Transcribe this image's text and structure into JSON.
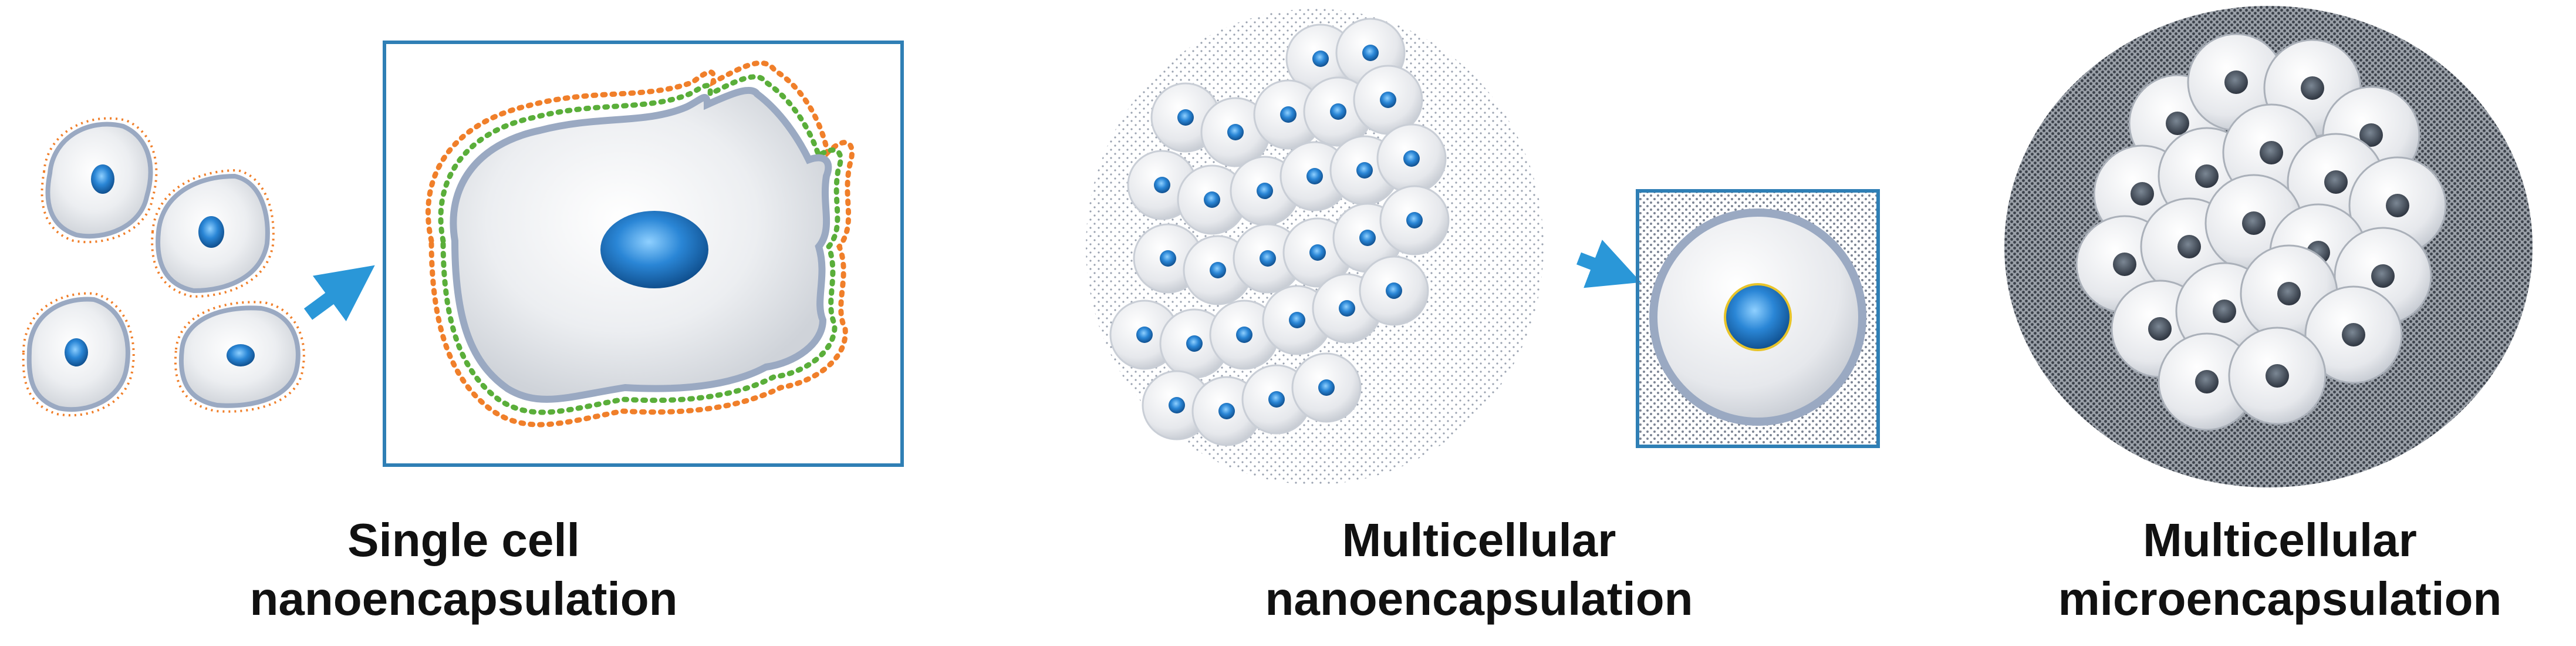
{
  "panels": [
    {
      "key": "single",
      "caption_line1": "Single cell",
      "caption_line2": "nanoencapsulation"
    },
    {
      "key": "multi_nano",
      "caption_line1": "Multicellular",
      "caption_line2": "nanoencapsulation"
    },
    {
      "key": "multi_micro",
      "caption_line1": "Multicellular",
      "caption_line2": "microencapsulation"
    }
  ],
  "colors": {
    "nucleus": "#1f78c8",
    "cell_membrane": "#9aa9c2",
    "frame_border": "#2f7fb5",
    "arrow": "#2a97d8",
    "coating_orange": "#f07f2a",
    "coating_green": "#5aae3a",
    "capsule_dots": "#8a93a3",
    "micro_capsule": "#4d535c"
  },
  "icons": [
    "single-cell-icon",
    "arrow-right-icon",
    "coated-cell-icon",
    "cell-cluster-icon",
    "hydrogel-capsule-icon"
  ]
}
